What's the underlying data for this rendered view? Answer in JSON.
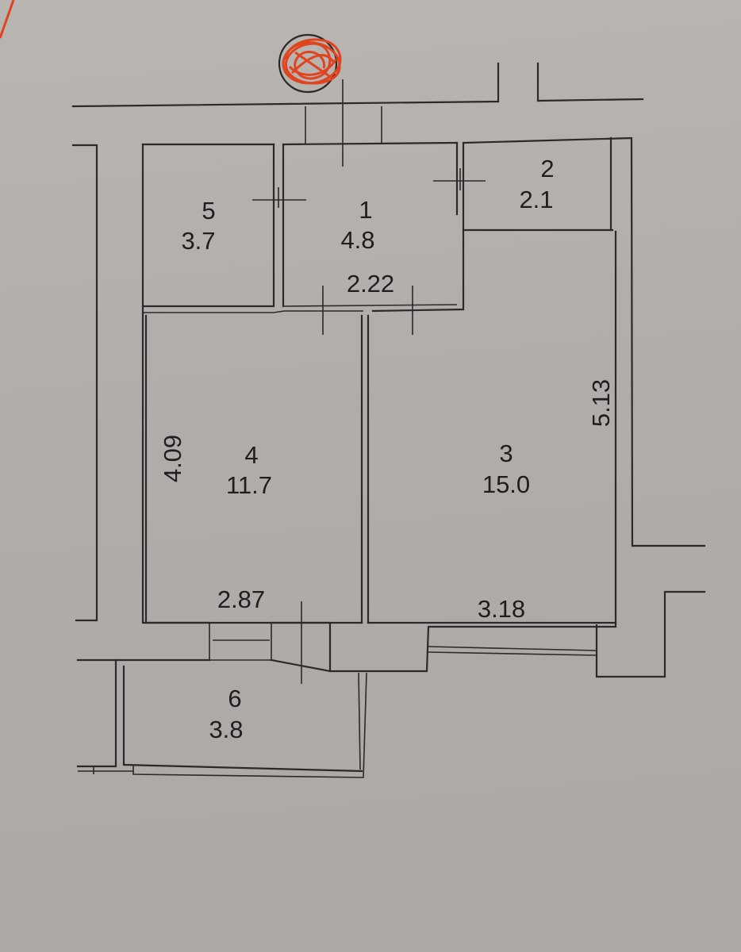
{
  "rooms": [
    {
      "id": "1",
      "area": "4.8"
    },
    {
      "id": "2",
      "area": "2.1"
    },
    {
      "id": "3",
      "area": "15.0"
    },
    {
      "id": "4",
      "area": "11.7"
    },
    {
      "id": "5",
      "area": "3.7"
    },
    {
      "id": "6",
      "area": "3.8"
    }
  ],
  "dimensions": {
    "corridor_width": "2.22",
    "room3_length": "5.13",
    "room4_length": "4.09",
    "room4_width": "2.87",
    "room3_width": "3.18"
  },
  "colors": {
    "paper": "#b3afac",
    "line": "#2b2929",
    "scribble": "#e0441f"
  }
}
